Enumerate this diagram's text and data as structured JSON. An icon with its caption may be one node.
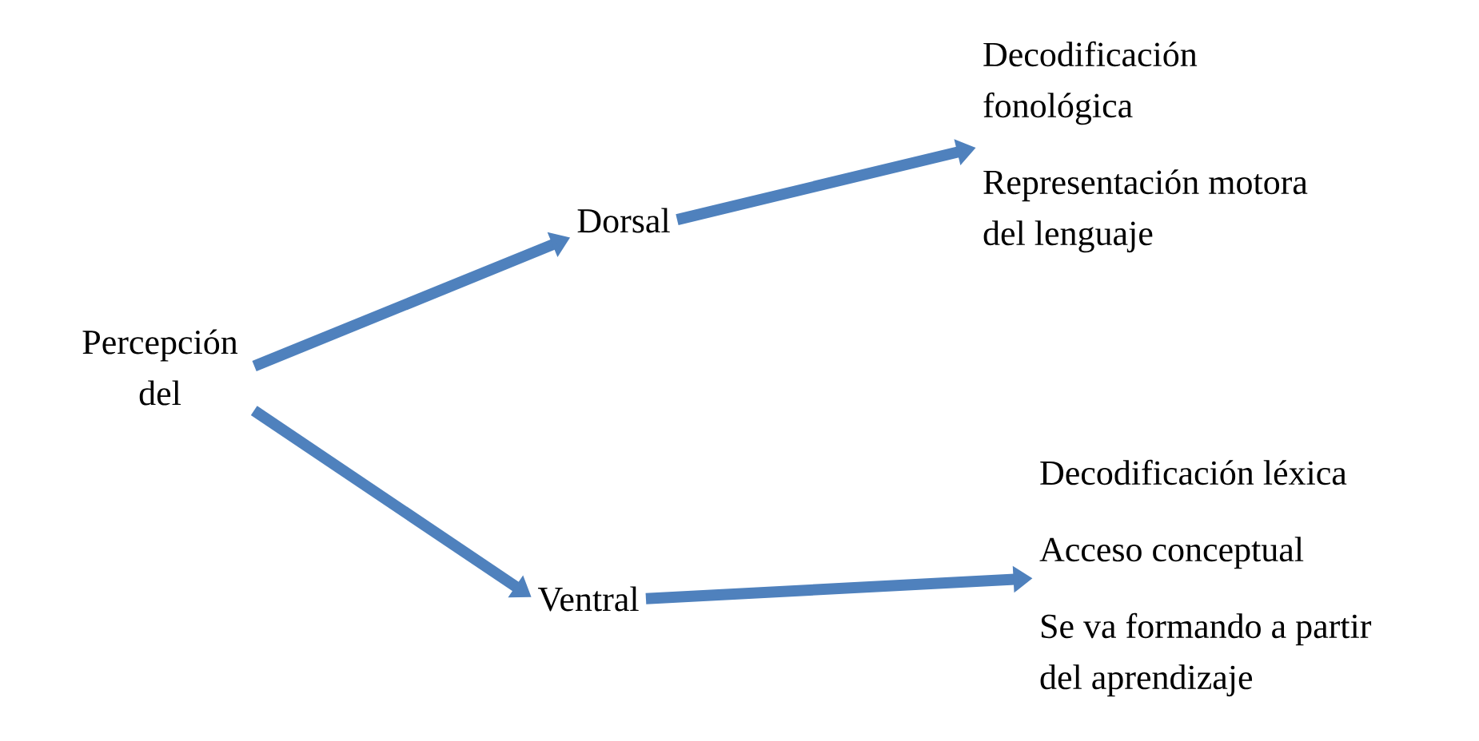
{
  "diagram": {
    "nodes": [
      {
        "text": [
          "Percepción del"
        ]
      },
      {
        "text": [
          "Dorsal"
        ]
      },
      {
        "text": [
          "Ventral"
        ]
      },
      {
        "text": [
          "Decodificación fonológica",
          "Representación motora del lenguaje"
        ]
      },
      {
        "text": [
          "Decodificación léxica",
          "Acceso conceptual",
          "Se va formando a partir del aprendizaje"
        ]
      }
    ],
    "edges": [
      {
        "from": 0,
        "to": 1,
        "arrow": "to"
      },
      {
        "from": 0,
        "to": 2,
        "arrow": "to"
      },
      {
        "from": 1,
        "to": 3,
        "arrow": "to"
      },
      {
        "from": 2,
        "to": 4,
        "arrow": "to"
      }
    ]
  }
}
